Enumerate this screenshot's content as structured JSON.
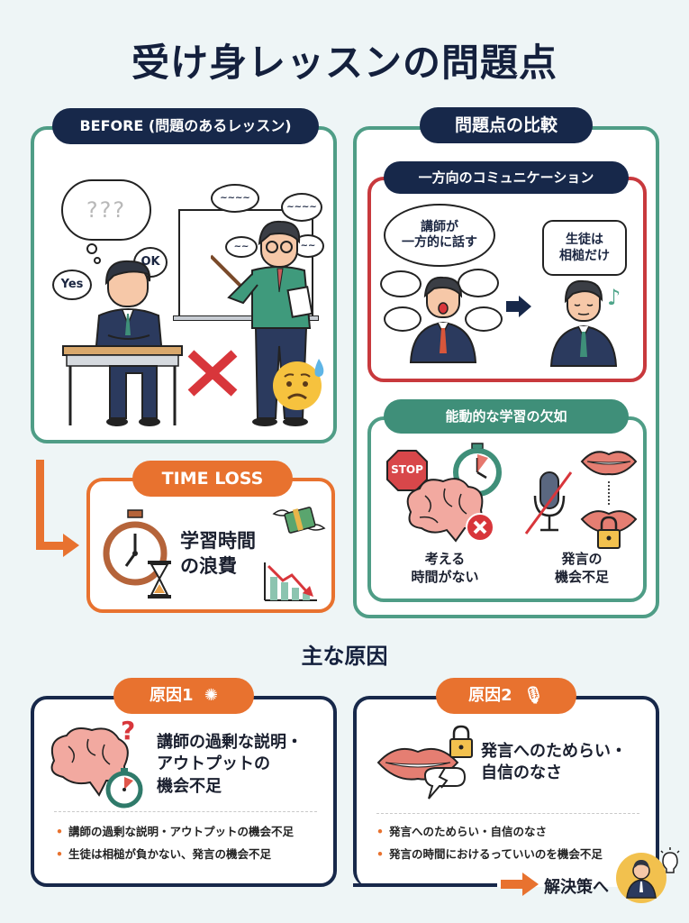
{
  "title": "受け身レッスンの問題点",
  "before": {
    "header": "BEFORE (問題のあるレッスン)",
    "thought": "???",
    "bubbles": [
      "Yes",
      "OK"
    ],
    "teacher_bubbles": [
      "~~~~",
      "~~~~",
      "~~",
      "~~"
    ]
  },
  "time_loss": {
    "header": "TIME LOSS",
    "text_line1": "学習時間",
    "text_line2": "の浪費"
  },
  "comparison": {
    "header": "問題点の比較",
    "one_way": {
      "header": "一方向のコミュニケーション",
      "teacher_bubble_line1": "講師が",
      "teacher_bubble_line2": "一方的に話す",
      "student_bubble_line1": "生徒は",
      "student_bubble_line2": "相槌だけ"
    },
    "active": {
      "header": "能動的な学習の欠如",
      "stop_sign": "STOP",
      "item1_line1": "考える",
      "item1_line2": "時間がない",
      "item2_line1": "発言の",
      "item2_line2": "機会不足"
    }
  },
  "causes": {
    "header": "主な原因",
    "cause1": {
      "label": "原因1",
      "title_line1": "講師の過剰な説明・",
      "title_line2": "アウトプットの",
      "title_line3": "機会不足",
      "bullets": [
        "講師の過剰な説明・アウトプットの機会不足",
        "生徒は相槌が負かない、発言の機会不足"
      ]
    },
    "cause2": {
      "label": "原因2",
      "title_line1": "発言へのためらい・",
      "title_line2": "自信のなさ",
      "bullets": [
        "発言へのためらい・自信のなさ",
        "発言の時間におけるっていいのを機会不足"
      ]
    }
  },
  "next": {
    "label": "解決策へ"
  },
  "colors": {
    "navy": "#17284a",
    "green": "#4f9d86",
    "red": "#c8393d",
    "orange": "#e8722f",
    "background": "#eef5f6"
  }
}
